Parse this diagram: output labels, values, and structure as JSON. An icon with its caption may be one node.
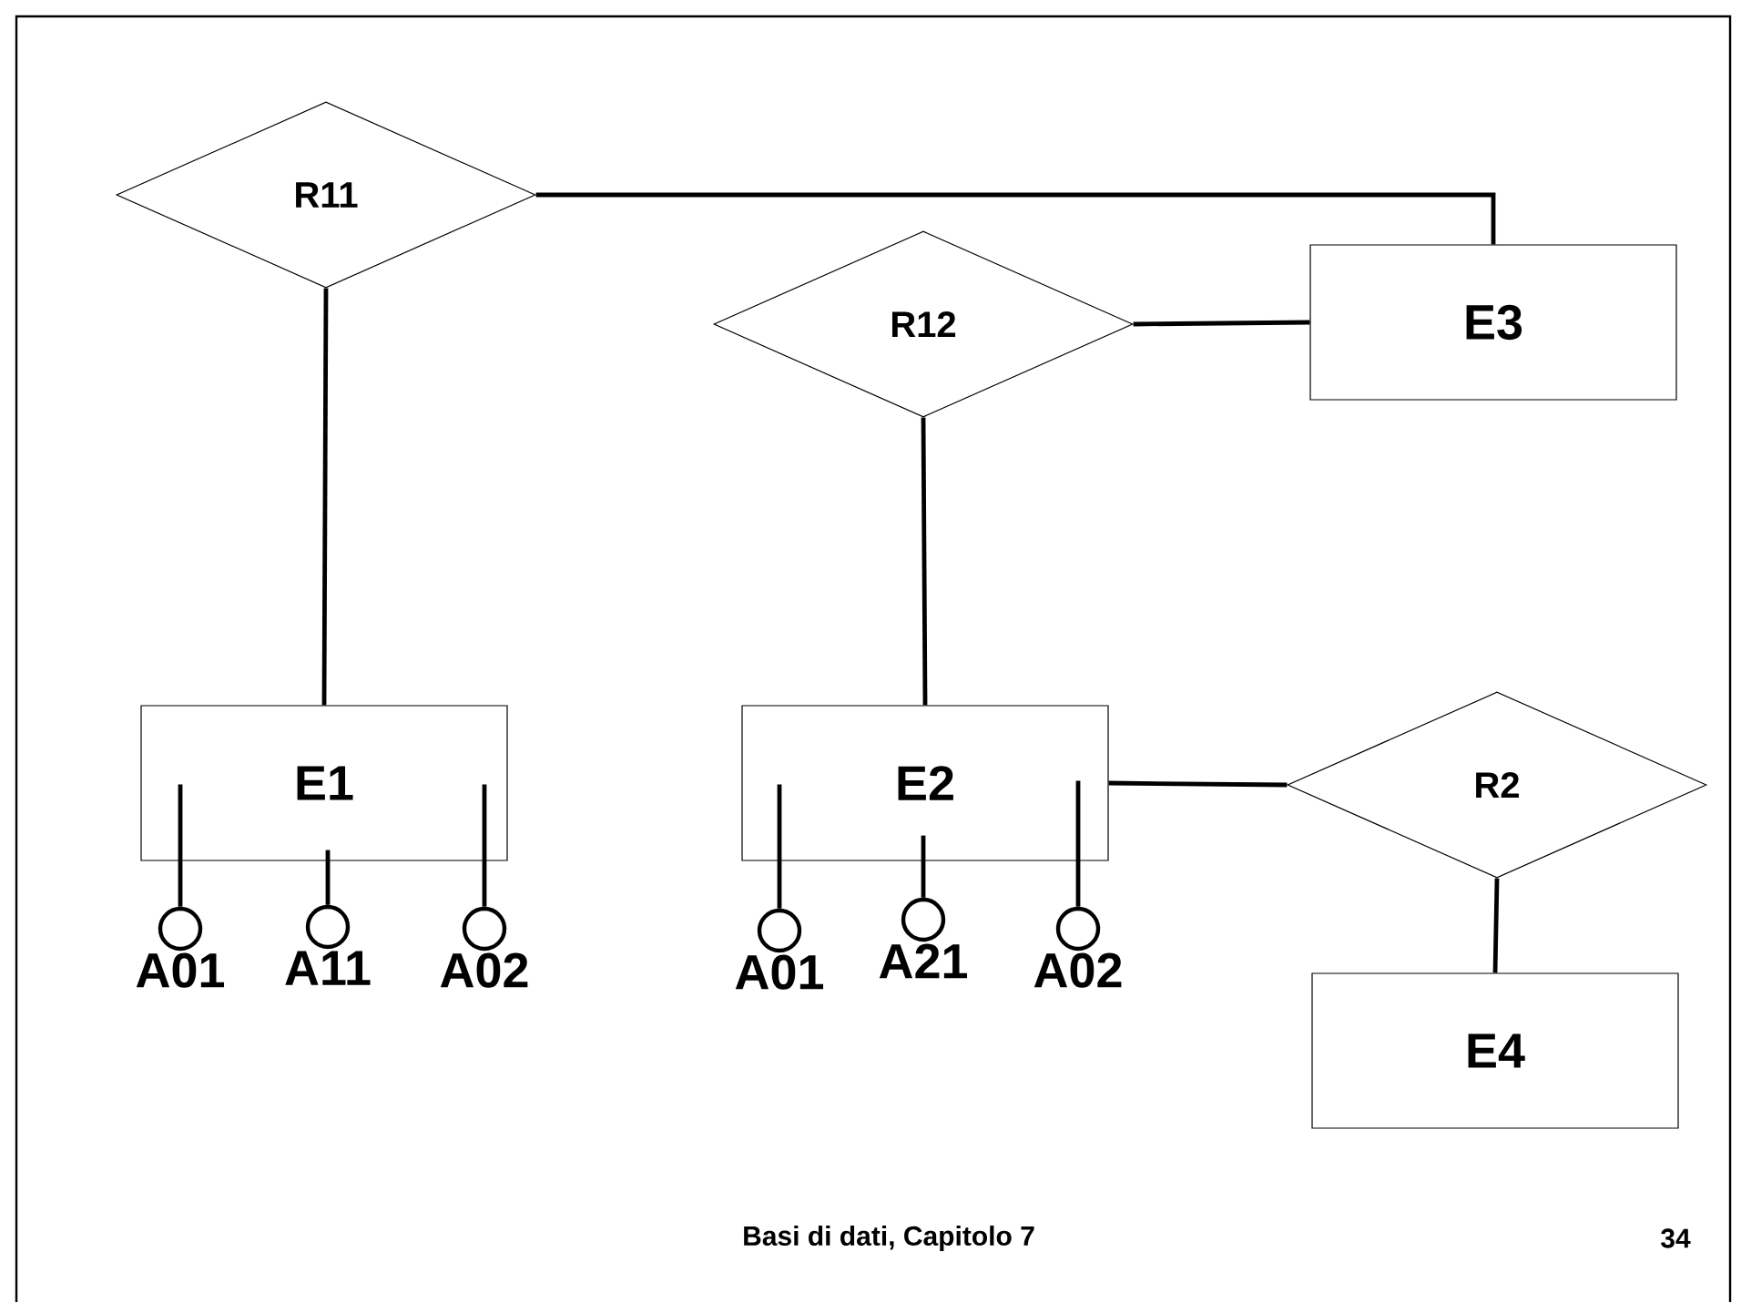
{
  "diagram": {
    "nodes": [
      {
        "text": [
          "R11"
        ]
      },
      {
        "text": [
          "R12"
        ]
      },
      {
        "text": [
          "E3"
        ]
      },
      {
        "text": [
          "E1"
        ]
      },
      {
        "text": [
          "E2"
        ]
      },
      {
        "text": [
          "R2"
        ]
      },
      {
        "text": [
          "E4"
        ]
      },
      {
        "text": [
          "A01"
        ]
      },
      {
        "text": [
          "A11"
        ]
      },
      {
        "text": [
          "A02"
        ]
      },
      {
        "text": [
          "A01"
        ]
      },
      {
        "text": [
          "A21"
        ]
      },
      {
        "text": [
          "A02"
        ]
      }
    ],
    "edges": [
      {
        "from": 0,
        "to": 3,
        "arrow": "none"
      },
      {
        "from": 0,
        "to": 2,
        "arrow": "none"
      },
      {
        "from": 1,
        "to": 2,
        "arrow": "none"
      },
      {
        "from": 1,
        "to": 4,
        "arrow": "none"
      },
      {
        "from": 4,
        "to": 5,
        "arrow": "none"
      },
      {
        "from": 5,
        "to": 6,
        "arrow": "none"
      },
      {
        "from": 3,
        "to": 7,
        "arrow": "none"
      },
      {
        "from": 3,
        "to": 8,
        "arrow": "none"
      },
      {
        "from": 3,
        "to": 9,
        "arrow": "none"
      },
      {
        "from": 4,
        "to": 10,
        "arrow": "none"
      },
      {
        "from": 4,
        "to": 11,
        "arrow": "none"
      },
      {
        "from": 4,
        "to": 12,
        "arrow": "none"
      }
    ],
    "labels": [
      "Basi di dati, Capitolo 7",
      "34"
    ]
  }
}
